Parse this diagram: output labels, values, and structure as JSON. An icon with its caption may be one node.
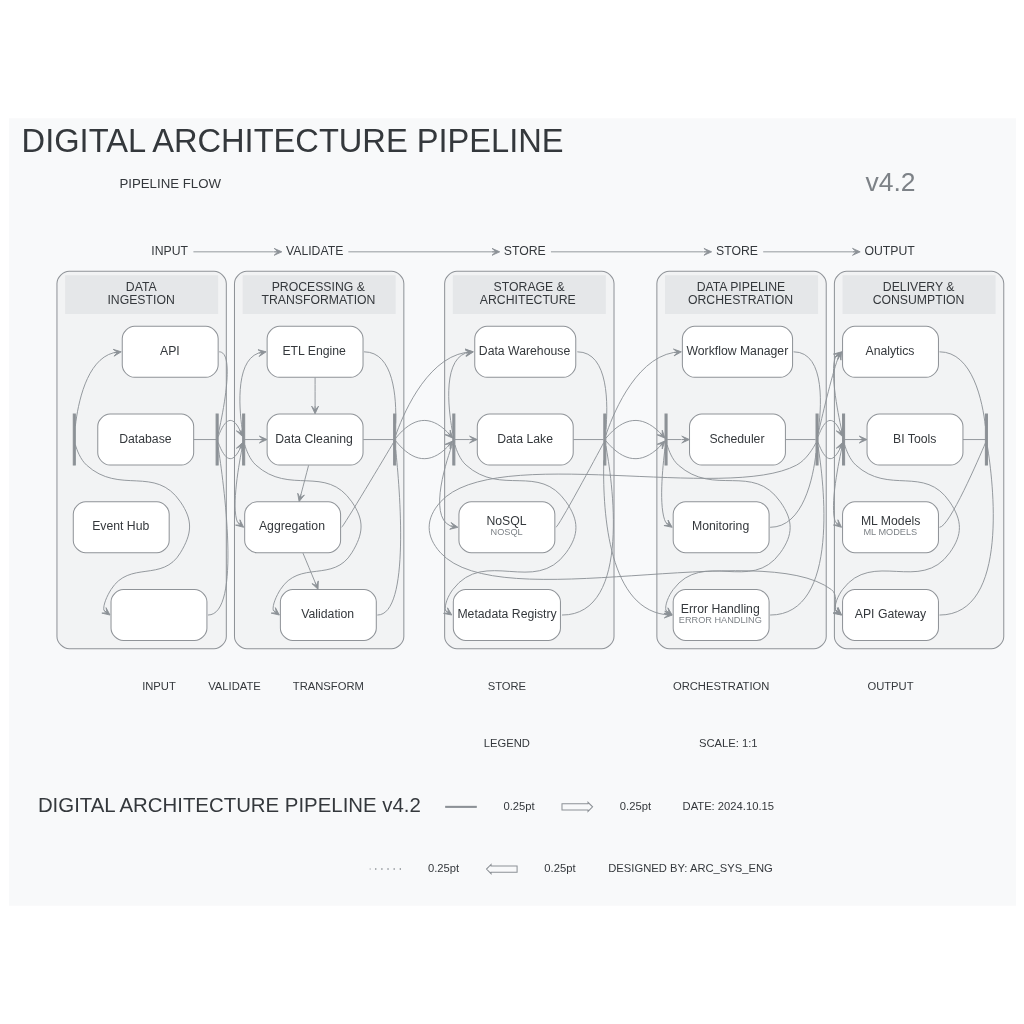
{
  "diagram": {
    "title": "DIGITAL ARCHITECTURE PIPELINE",
    "nodes": [
      {
        "text": [
          "INPUT"
        ]
      },
      {
        "text": [
          "VALIDATE"
        ]
      },
      {
        "text": [
          "STORE"
        ]
      },
      {
        "text": [
          "STORE"
        ]
      },
      {
        "text": [
          "OUTPUT"
        ]
      },
      {
        "text": [
          "DATA INGESTION"
        ]
      },
      {
        "text": [
          "API"
        ],
        "in": 5
      },
      {
        "text": [
          "Database"
        ],
        "in": 5
      },
      {
        "text": [
          "Event Hub"
        ],
        "in": 5
      },
      {
        "text": [],
        "shape": "box",
        "in": 5
      },
      {
        "text": [],
        "shape": "bar",
        "in": 5
      },
      {
        "text": [],
        "shape": "bar",
        "in": 5
      },
      {
        "text": [
          "PROCESSING & TRANSFORMATION"
        ]
      },
      {
        "text": [
          "ETL Engine"
        ],
        "in": 12
      },
      {
        "text": [
          "Data Cleaning"
        ],
        "in": 12
      },
      {
        "text": [
          "Aggregation"
        ],
        "in": 12
      },
      {
        "text": [
          "Validation"
        ],
        "in": 12
      },
      {
        "text": [],
        "shape": "bar",
        "in": 12
      },
      {
        "text": [],
        "shape": "bar",
        "in": 12
      },
      {
        "text": [
          "STORAGE & ARCHITECTURE"
        ]
      },
      {
        "text": [
          "Data Warehouse"
        ],
        "in": 19
      },
      {
        "text": [
          "Data Lake"
        ],
        "in": 19
      },
      {
        "text": [
          "NoSQL",
          "NOSQL"
        ],
        "in": 19
      },
      {
        "text": [
          "Metadata Registry"
        ],
        "in": 19
      },
      {
        "text": [],
        "shape": "bar",
        "in": 19
      },
      {
        "text": [],
        "shape": "bar",
        "in": 19
      },
      {
        "text": [
          "DATA PIPELINE ORCHESTRATION"
        ]
      },
      {
        "text": [
          "Workflow Manager"
        ],
        "in": 26
      },
      {
        "text": [
          "Scheduler"
        ],
        "in": 26
      },
      {
        "text": [
          "Monitoring"
        ],
        "in": 26
      },
      {
        "text": [
          "Error Handling",
          "ERROR HANDLING"
        ],
        "in": 26
      },
      {
        "text": [],
        "shape": "bar",
        "in": 26
      },
      {
        "text": [],
        "shape": "bar",
        "in": 26
      },
      {
        "text": [
          "DELIVERY & CONSUMPTION"
        ]
      },
      {
        "text": [
          "Analytics"
        ],
        "in": 33
      },
      {
        "text": [
          "BI Tools"
        ],
        "in": 33
      },
      {
        "text": [
          "ML Models",
          "ML MODELS"
        ],
        "in": 33
      },
      {
        "text": [
          "API Gateway"
        ],
        "in": 33
      },
      {
        "text": [],
        "shape": "bar",
        "in": 33
      },
      {
        "text": [],
        "shape": "bar",
        "in": 33
      }
    ],
    "edges": [
      {
        "from": 0,
        "to": 1,
        "arrow": "to"
      },
      {
        "from": 1,
        "to": 2,
        "arrow": "to"
      },
      {
        "from": 2,
        "to": 3,
        "arrow": "to"
      },
      {
        "from": 3,
        "to": 4,
        "arrow": "to"
      },
      {
        "from": 10,
        "to": 6,
        "arrow": "to"
      },
      {
        "from": 10,
        "to": 9,
        "arrow": "to"
      },
      {
        "from": 6,
        "to": 11,
        "arrow": "none"
      },
      {
        "from": 7,
        "to": 11,
        "arrow": "none"
      },
      {
        "from": 9,
        "to": 11,
        "arrow": "none"
      },
      {
        "from": 11,
        "to": 17,
        "arrow": "to"
      },
      {
        "from": 17,
        "to": 13,
        "arrow": "to"
      },
      {
        "from": 17,
        "to": 14,
        "arrow": "to"
      },
      {
        "from": 17,
        "to": 15,
        "arrow": "to"
      },
      {
        "from": 17,
        "to": 16,
        "arrow": "to"
      },
      {
        "from": 13,
        "to": 14,
        "arrow": "to"
      },
      {
        "from": 14,
        "to": 15,
        "arrow": "to"
      },
      {
        "from": 15,
        "to": 16,
        "arrow": "to"
      },
      {
        "from": 13,
        "to": 18,
        "arrow": "none"
      },
      {
        "from": 14,
        "to": 18,
        "arrow": "none"
      },
      {
        "from": 15,
        "to": 18,
        "arrow": "none"
      },
      {
        "from": 16,
        "to": 18,
        "arrow": "none"
      },
      {
        "from": 18,
        "to": 24,
        "arrow": "to"
      },
      {
        "from": 18,
        "to": 20,
        "arrow": "to"
      },
      {
        "from": 24,
        "to": 20,
        "arrow": "to"
      },
      {
        "from": 24,
        "to": 21,
        "arrow": "to"
      },
      {
        "from": 24,
        "to": 22,
        "arrow": "to"
      },
      {
        "from": 24,
        "to": 23,
        "arrow": "to"
      },
      {
        "from": 20,
        "to": 25,
        "arrow": "none"
      },
      {
        "from": 21,
        "to": 25,
        "arrow": "none"
      },
      {
        "from": 22,
        "to": 25,
        "arrow": "none"
      },
      {
        "from": 23,
        "to": 25,
        "arrow": "none"
      },
      {
        "from": 25,
        "to": 31,
        "arrow": "to"
      },
      {
        "from": 25,
        "to": 27,
        "arrow": "to"
      },
      {
        "from": 25,
        "to": 30,
        "arrow": "to"
      },
      {
        "from": 31,
        "to": 28,
        "arrow": "to"
      },
      {
        "from": 31,
        "to": 29,
        "arrow": "to"
      },
      {
        "from": 31,
        "to": 30,
        "arrow": "to"
      },
      {
        "from": 27,
        "to": 32,
        "arrow": "none"
      },
      {
        "from": 28,
        "to": 32,
        "arrow": "none"
      },
      {
        "from": 29,
        "to": 32,
        "arrow": "none"
      },
      {
        "from": 30,
        "to": 32,
        "arrow": "none"
      },
      {
        "from": 32,
        "to": 38,
        "arrow": "to"
      },
      {
        "from": 32,
        "to": 34,
        "arrow": "to"
      },
      {
        "from": 32,
        "to": 37,
        "arrow": "to"
      },
      {
        "from": 38,
        "to": 34,
        "arrow": "to"
      },
      {
        "from": 38,
        "to": 35,
        "arrow": "to"
      },
      {
        "from": 38,
        "to": 36,
        "arrow": "to"
      },
      {
        "from": 38,
        "to": 37,
        "arrow": "to"
      },
      {
        "from": 34,
        "to": 39,
        "arrow": "none"
      },
      {
        "from": 35,
        "to": 39,
        "arrow": "none"
      },
      {
        "from": 36,
        "to": 39,
        "arrow": "none"
      },
      {
        "from": 37,
        "to": 39,
        "arrow": "none"
      }
    ],
    "labels": [
      "v4.2",
      "PIPELINE FLOW",
      "INPUT",
      "VALIDATE",
      "TRANSFORM",
      "STORE",
      "ORCHESTRATION",
      "OUTPUT",
      "DIGITAL ARCHITECTURE PIPELINE v4.2",
      "LEGEND",
      "SCALE: 1:1",
      "DATE: 2024.10.15",
      "DESIGNED BY: ARC_SYS_ENG"
    ],
    "legend": [
      {
        "text": "0.25pt"
      },
      {
        "text": "0.25pt"
      },
      {
        "text": "0.25pt"
      },
      {
        "text": "0.25pt"
      }
    ]
  }
}
